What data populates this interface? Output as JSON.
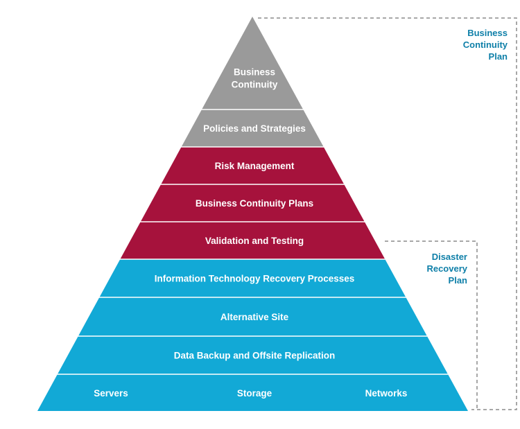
{
  "colors": {
    "gray": "#9a9a9a",
    "crimson": "#a6123c",
    "cyan": "#12a9d6",
    "label": "#0e7fa8",
    "bracket": "#8a8a8a"
  },
  "tiers": [
    {
      "lines": [
        "Business",
        "Continuity"
      ],
      "color": "gray"
    },
    {
      "lines": [
        "Policies and Strategies"
      ],
      "color": "gray"
    },
    {
      "lines": [
        "Risk Management"
      ],
      "color": "crimson"
    },
    {
      "lines": [
        "Business Continuity Plans"
      ],
      "color": "crimson"
    },
    {
      "lines": [
        "Validation and Testing"
      ],
      "color": "crimson"
    },
    {
      "lines": [
        "Information Technology Recovery Processes"
      ],
      "color": "cyan"
    },
    {
      "lines": [
        "Alternative Site"
      ],
      "color": "cyan"
    },
    {
      "lines": [
        "Data Backup and Offsite Replication"
      ],
      "color": "cyan"
    }
  ],
  "base_items": [
    "Servers",
    "Storage",
    "Networks"
  ],
  "brackets": {
    "business_continuity_plan": "Business\nContinuity\nPlan",
    "disaster_recovery_plan": "Disaster\nRecovery\nPlan"
  }
}
